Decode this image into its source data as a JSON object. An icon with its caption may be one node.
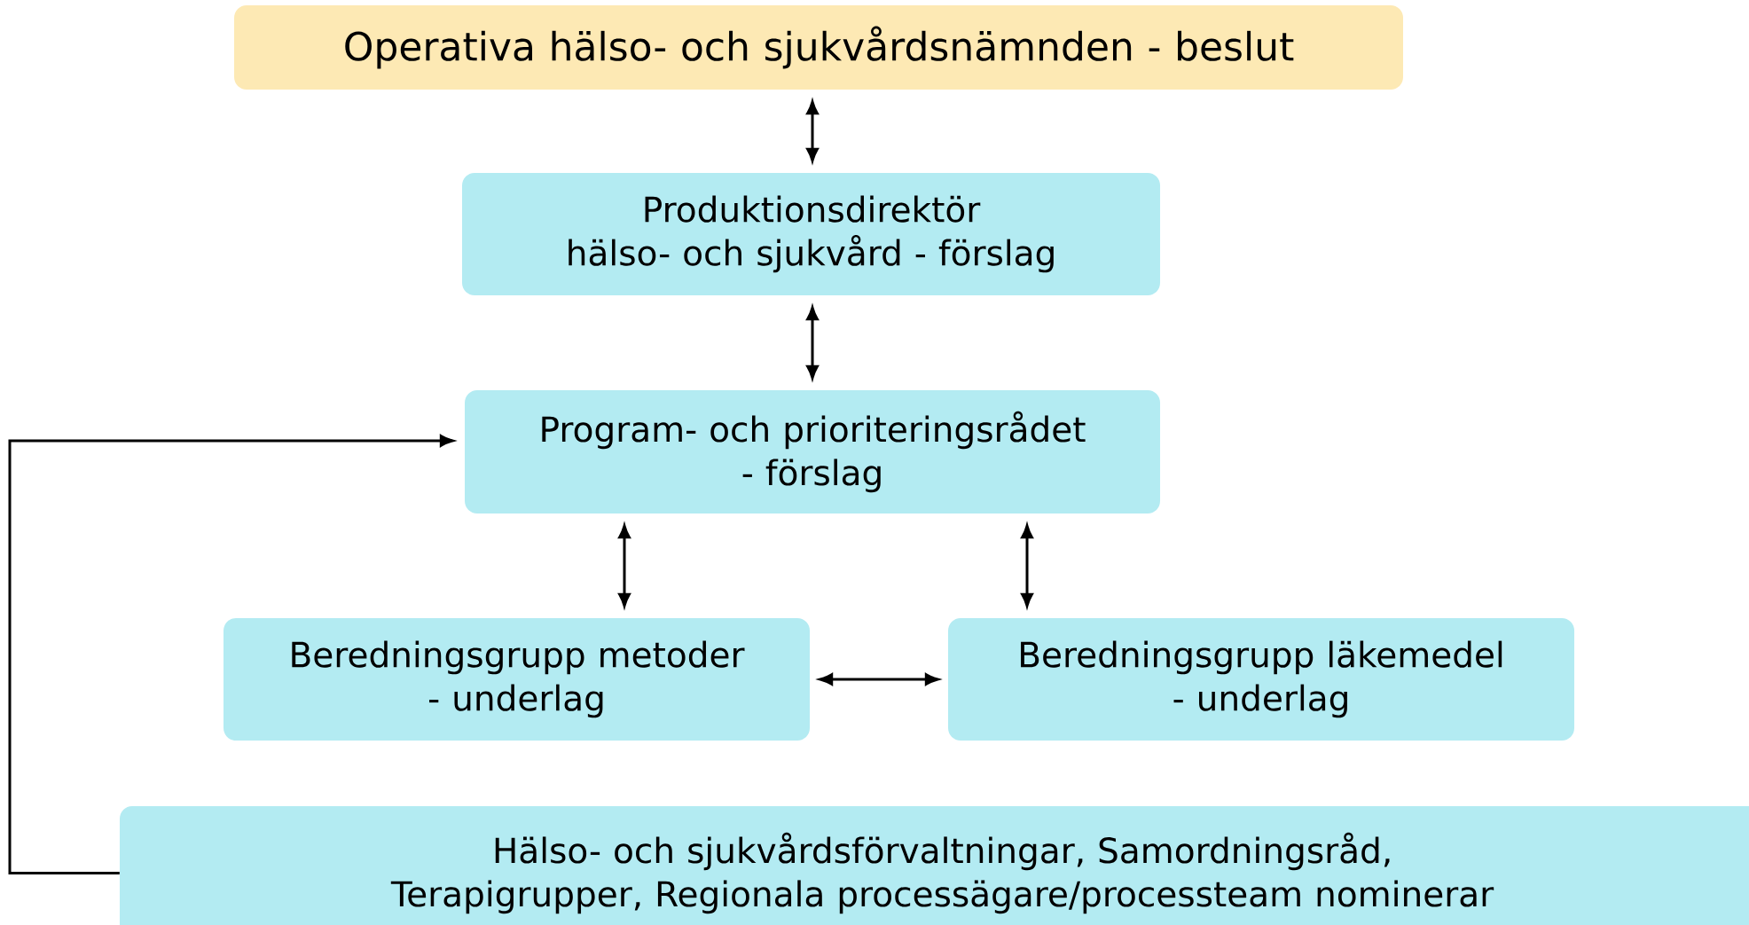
{
  "diagram": {
    "nodes": [
      {
        "text": [
          "Operativa hälso- och sjukvårdsnämnden - beslut"
        ]
      },
      {
        "text": [
          "Produktionsdirektör hälso- och sjukvård - förslag"
        ]
      },
      {
        "text": [
          "Program- och prioriteringsrådet - förslag"
        ]
      },
      {
        "text": [
          "Beredningsgrupp metoder - underlag"
        ]
      },
      {
        "text": [
          "Beredningsgrupp läkemedel - underlag"
        ]
      },
      {
        "text": [
          "Hälso- och sjukvårdsförvaltningar, Samordningsråd, Terapigrupper, Regionala processägare/processteam nominerar"
        ]
      }
    ],
    "edges": [
      {
        "from": 0,
        "to": 1,
        "arrow": "both"
      },
      {
        "from": 1,
        "to": 2,
        "arrow": "both"
      },
      {
        "from": 2,
        "to": 3,
        "arrow": "both"
      },
      {
        "from": 2,
        "to": 4,
        "arrow": "both"
      },
      {
        "from": 3,
        "to": 4,
        "arrow": "both"
      },
      {
        "from": 5,
        "to": 2,
        "arrow": "to"
      }
    ]
  }
}
